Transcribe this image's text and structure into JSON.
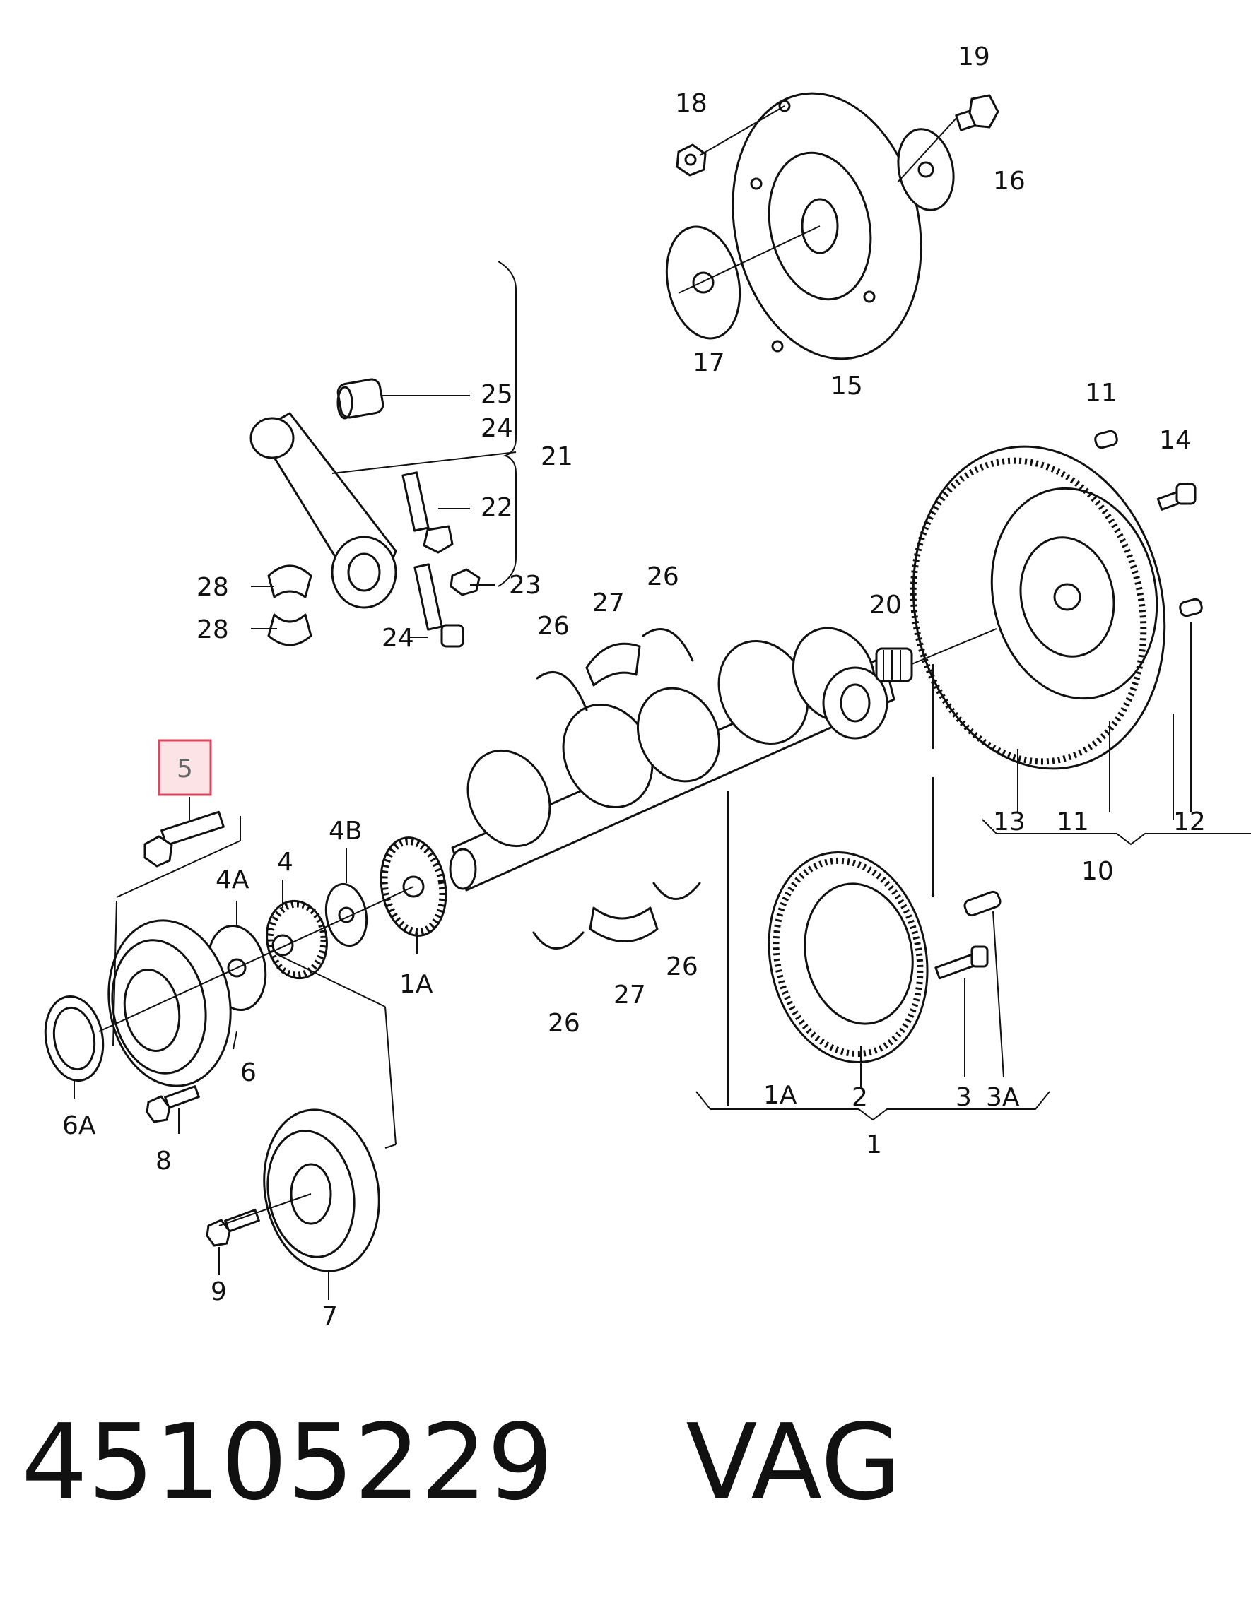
{
  "diagram": {
    "highlighted_callout": "5",
    "callouts": {
      "c1": "1",
      "c1A": "1A",
      "c1A_bottom": "1A",
      "c2": "2",
      "c3": "3",
      "c3A": "3A",
      "c4": "4",
      "c4A": "4A",
      "c4B": "4B",
      "c5": "5",
      "c6": "6",
      "c6A": "6A",
      "c7": "7",
      "c8": "8",
      "c9": "9",
      "c10": "10",
      "c11_top": "11",
      "c11_bottom": "11",
      "c12": "12",
      "c13": "13",
      "c14": "14",
      "c15": "15",
      "c16": "16",
      "c17": "17",
      "c18": "18",
      "c19": "19",
      "c20": "20",
      "c21": "21",
      "c22": "22",
      "c23": "23",
      "c24_top": "24",
      "c24_bottom": "24",
      "c25": "25",
      "c26_a": "26",
      "c26_b": "26",
      "c26_c": "26",
      "c26_d": "26",
      "c27_top": "27",
      "c27_bottom": "27",
      "c28_top": "28",
      "c28_bottom": "28"
    }
  },
  "footer": {
    "part_number": "45105229",
    "brand": "VAG"
  }
}
